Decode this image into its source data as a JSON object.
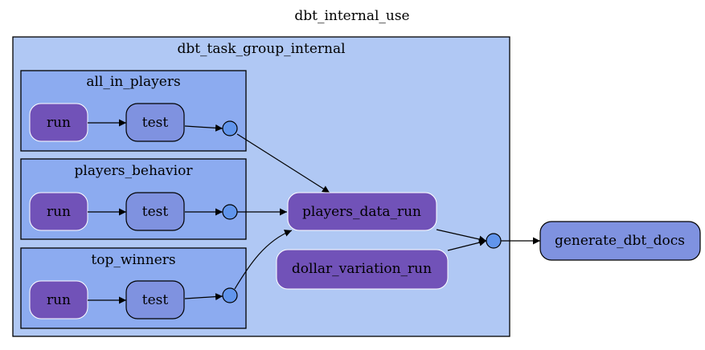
{
  "graph": {
    "title": "dbt_internal_use"
  },
  "outer_group": {
    "label": "dbt_task_group_internal"
  },
  "subgroups": [
    {
      "label": "all_in_players",
      "run_label": "run",
      "test_label": "test"
    },
    {
      "label": "players_behavior",
      "run_label": "run",
      "test_label": "test"
    },
    {
      "label": "top_winners",
      "run_label": "run",
      "test_label": "test"
    }
  ],
  "tasks": {
    "players_data_run": "players_data_run",
    "dollar_variation_run": "dollar_variation_run",
    "generate_dbt_docs": "generate_dbt_docs"
  },
  "colors": {
    "outer_fill": "#b0c8f4",
    "subgroup_fill": "#8cabf0",
    "run_fill": "#7152b8",
    "test_fill": "#7f92e0",
    "join_fill": "#6195ec",
    "docs_fill": "#7f92e0"
  }
}
